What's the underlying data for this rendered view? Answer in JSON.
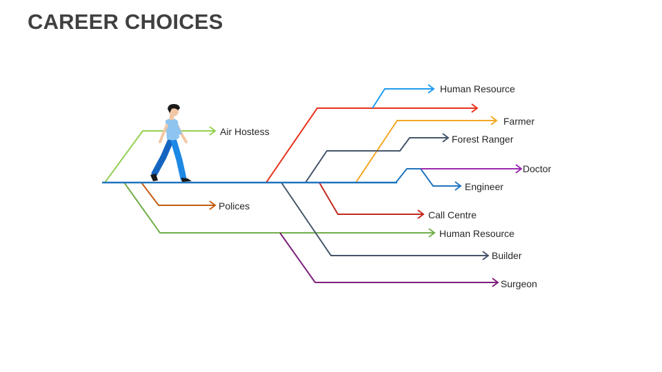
{
  "title": "CAREER CHOICES",
  "colors": {
    "main": "#1E73BE",
    "light_green": "#92D050",
    "green": "#70AD47",
    "orange_brown": "#C55A11",
    "red": "#E8311A",
    "sky_blue": "#1D9BF0",
    "amber": "#F5A623",
    "slate": "#44546A",
    "purple": "#9B27AF",
    "dark_red": "#C0281D",
    "dark_purple": "#7B1E7A"
  },
  "branches": [
    {
      "id": "air-hostess",
      "label": "Air Hostess",
      "color": "light_green"
    },
    {
      "id": "polices",
      "label": "Polices",
      "color": "orange_brown"
    },
    {
      "id": "human-resource-lower",
      "label": "Human Resource",
      "color": "green"
    },
    {
      "id": "human-resource-upper",
      "label": "Human Resource",
      "color": "sky_blue"
    },
    {
      "id": "red-arrow",
      "label": "",
      "color": "red"
    },
    {
      "id": "farmer",
      "label": "Farmer",
      "color": "amber"
    },
    {
      "id": "forest-ranger",
      "label": "Forest Ranger",
      "color": "slate"
    },
    {
      "id": "doctor",
      "label": "Doctor",
      "color": "purple"
    },
    {
      "id": "engineer",
      "label": "Engineer",
      "color": "main"
    },
    {
      "id": "call-centre",
      "label": "Call Centre",
      "color": "dark_red"
    },
    {
      "id": "builder",
      "label": "Builder",
      "color": "slate"
    },
    {
      "id": "surgeon",
      "label": "Surgeon",
      "color": "dark_purple"
    }
  ]
}
